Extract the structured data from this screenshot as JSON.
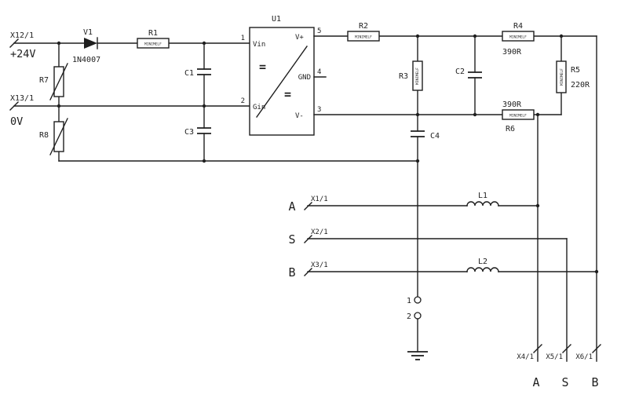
{
  "diagram": {
    "pkg": "MINIMELF",
    "supply": {
      "x12": "X12/1",
      "plus24": "+24V",
      "x13": "X13/1",
      "zero": "0V",
      "v1": "V1",
      "v1_val": "1N4007",
      "r1": "R1",
      "r7": "R7",
      "r8": "R8",
      "c1": "C1",
      "c3": "C3"
    },
    "u1": {
      "ref": "U1",
      "vin": "Vin",
      "gin": "Gin",
      "vplus": "V+",
      "gnd": "GND",
      "vminus": "V-",
      "eq1": "=",
      "eq2": "=",
      "p1": "1",
      "p2": "2",
      "p3": "3",
      "p4": "4",
      "p5": "5"
    },
    "term": {
      "r2": "R2",
      "r3": "R3",
      "r4": "R4",
      "r4_val": "390R",
      "r5": "R5",
      "r5_val": "220R",
      "r6": "R6",
      "r6_val": "390R",
      "c2": "C2",
      "c4": "C4"
    },
    "sig": {
      "a": "A",
      "s": "S",
      "b": "B",
      "x1": "X1/1",
      "x2": "X2/1",
      "x3": "X3/1",
      "l1": "L1",
      "l2": "L2"
    },
    "conn": {
      "p1": "1",
      "p2": "2"
    },
    "out": {
      "x4": "X4/1",
      "x5": "X5/1",
      "x6": "X6/1",
      "a": "A",
      "s": "S",
      "b": "B"
    }
  },
  "colors": {
    "line": "#1f1f1f",
    "background": "#ffffff"
  }
}
